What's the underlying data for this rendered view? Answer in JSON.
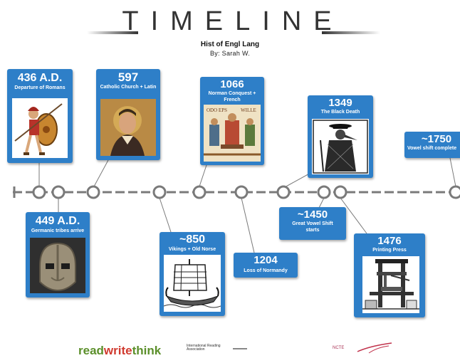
{
  "header": {
    "title": "TIMELINE",
    "subtitle": "Hist of Engl Lang",
    "author": "By: Sarah W."
  },
  "colors": {
    "card": "#2e7fc8",
    "axis": "#7a7a7a",
    "node_fill": "#ffffff",
    "node_stroke": "#7a7a7a"
  },
  "events": [
    {
      "year": "436 A.D.",
      "label": "Departure of Romans",
      "side": "top",
      "image": "roman-soldier-image"
    },
    {
      "year": "449 A.D.",
      "label": "Germanic tribes arrive",
      "side": "bottom",
      "image": "saxon-helmet-image"
    },
    {
      "year": "597",
      "label": "Catholic Church + Latin",
      "side": "top",
      "image": "monk-painting-image"
    },
    {
      "year": "~850",
      "label": "Vikings + Old Norse",
      "side": "bottom",
      "image": "viking-ship-image"
    },
    {
      "year": "1066",
      "label": "Norman Conquest + French",
      "side": "top",
      "image": "bayeux-tapestry-image"
    },
    {
      "year": "1204",
      "label": "Loss of Normandy",
      "side": "bottom",
      "image": ""
    },
    {
      "year": "1349",
      "label": "The Black Death",
      "side": "top",
      "image": "plague-doctor-image"
    },
    {
      "year": "~1450",
      "label": "Great Vowel Shift starts",
      "side": "bottom",
      "image": ""
    },
    {
      "year": "1476",
      "label": "Printing Press",
      "side": "bottom",
      "image": "printing-press-image"
    },
    {
      "year": "~1750",
      "label": "Vowel shift complete",
      "side": "top",
      "image": ""
    }
  ],
  "footer": {
    "logo_part1": "read",
    "logo_part2": "write",
    "logo_part3": "think",
    "partner_text": "International Reading Association",
    "ncte_text": "NCTE"
  }
}
